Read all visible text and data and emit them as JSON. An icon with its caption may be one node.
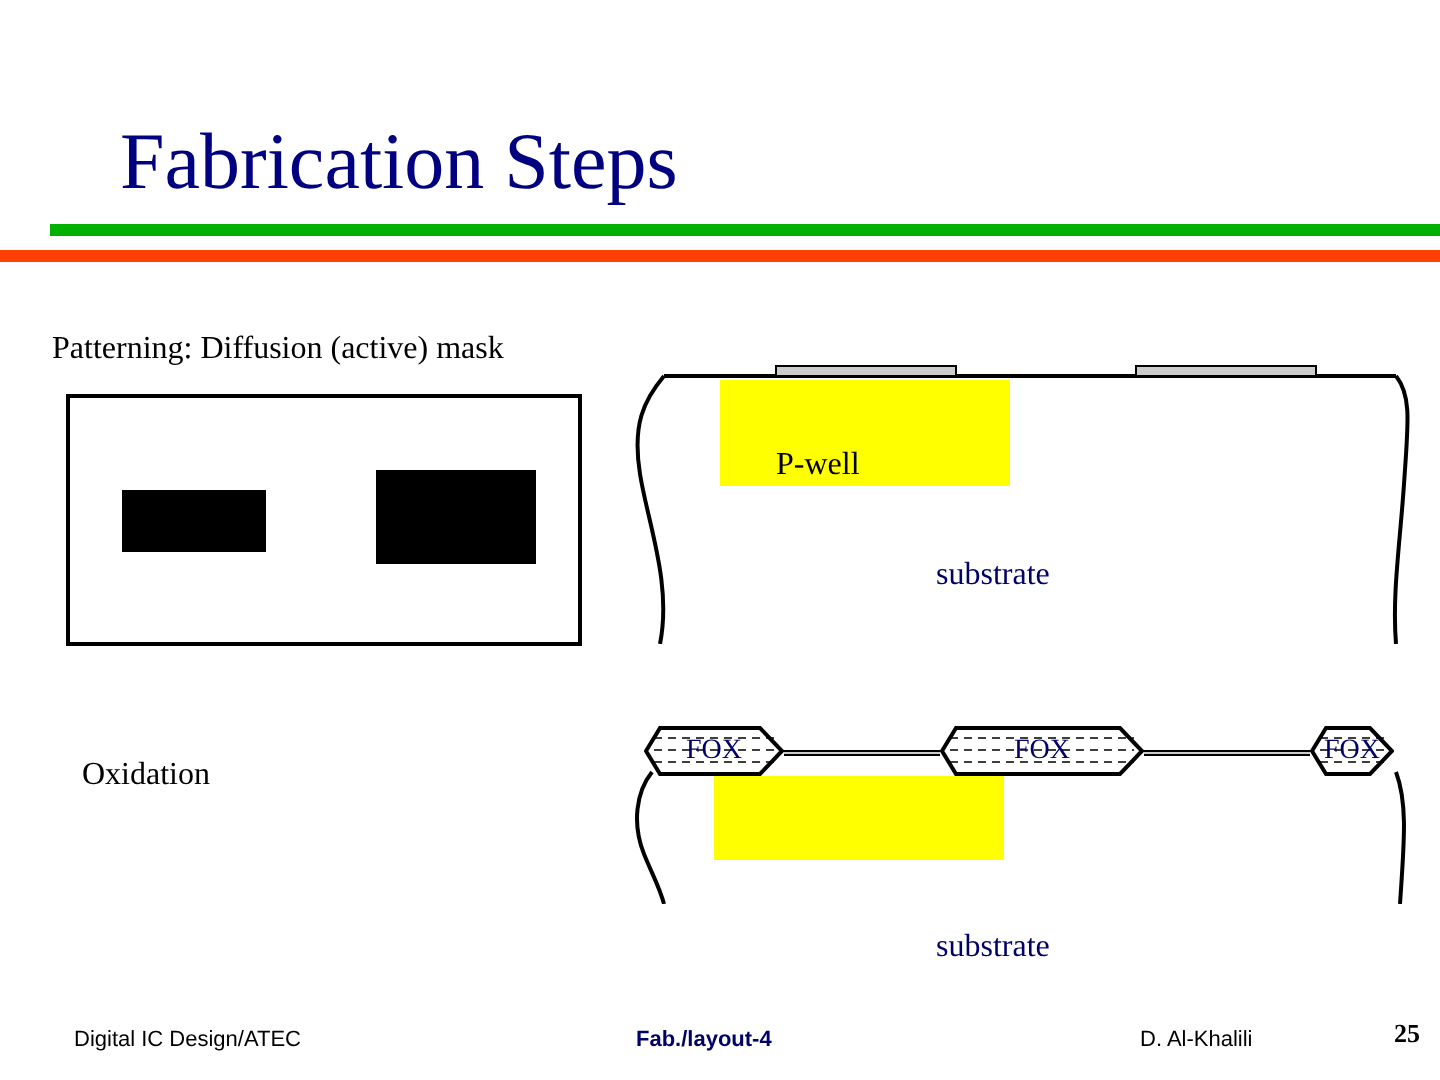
{
  "diagram": {
    "title": "Fabrication Steps",
    "nodes": [
      {
        "text": [
          "P-well"
        ]
      },
      {
        "text": [
          "FOX"
        ]
      },
      {
        "text": [
          "FOX"
        ]
      },
      {
        "text": [
          "FOX"
        ]
      },
      {
        "text": [],
        "shape": "box"
      }
    ],
    "labels": [
      "Patterning: Diffusion (active) mask",
      "substrate",
      "Oxidation",
      "substrate",
      "Digital IC Design/ATEC",
      "Fab./layout-4",
      "D. Al-Khalili",
      "25"
    ]
  }
}
